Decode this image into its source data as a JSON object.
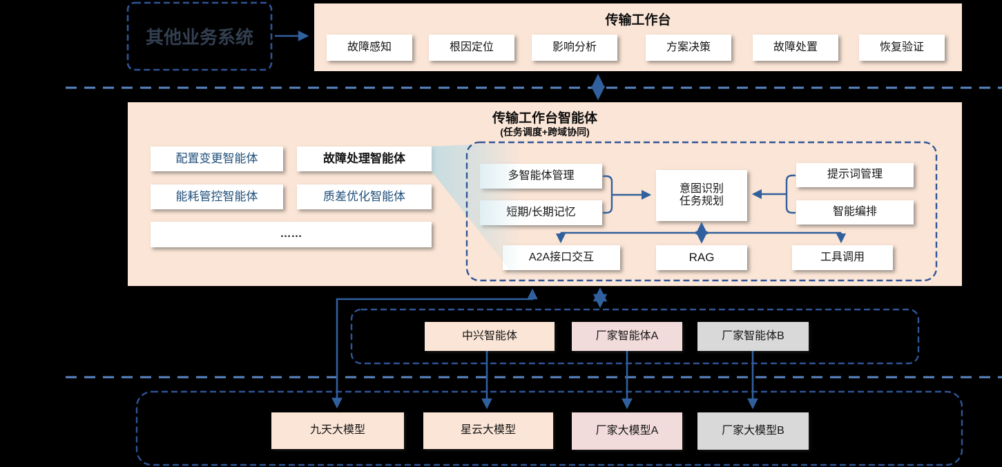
{
  "other_systems": {
    "label": "其他业务系统"
  },
  "workbench": {
    "title": "传输工作台",
    "modules": [
      "故障感知",
      "根因定位",
      "影响分析",
      "方案决策",
      "故障处置",
      "恢复验证"
    ]
  },
  "agent_platform": {
    "title": "传输工作台智能体",
    "subtitle": "(任务调度+跨域协同)",
    "agents": [
      "配置变更智能体",
      "故障处理智能体",
      "能耗管控智能体",
      "质差优化智能体",
      "……"
    ],
    "core": {
      "multi_agent": "多智能体管理",
      "memory": "短期/长期记忆",
      "intent_line1": "意图识别",
      "intent_line2": "任务规划",
      "prompt": "提示词管理",
      "orchestration": "智能编排",
      "a2a": "A2A接口交互",
      "rag": "RAG",
      "tools": "工具调用"
    }
  },
  "vendor_agents": [
    "中兴智能体",
    "厂家智能体A",
    "厂家智能体B"
  ],
  "models": [
    "九天大模型",
    "星云大模型",
    "厂家大模型A",
    "厂家大模型B"
  ],
  "colors": {
    "peach": "#fbe5d6",
    "pink": "#f2dcdb",
    "gray": "#d9d9d9",
    "line_blue": "#31609e",
    "dash_blue": "#2f5597",
    "separator_blue": "#5b87c5",
    "agent_text_blue": "#1f4e79",
    "dark_label": "#333f50"
  }
}
